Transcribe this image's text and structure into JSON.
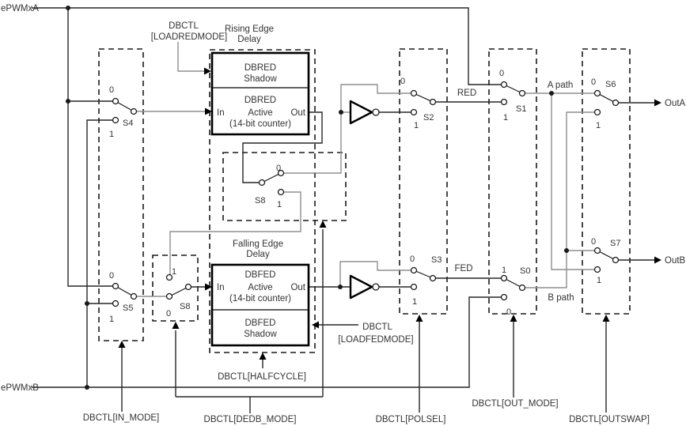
{
  "diagram": {
    "inputs": {
      "epwmxa": "ePWMxA",
      "epwmxb": "ePWMxB"
    },
    "outputs": {
      "outa": "OutA",
      "outb": "OutB"
    },
    "signals": {
      "red": "RED",
      "fed": "FED",
      "a_path": "A path",
      "b_path": "B path"
    },
    "blocks": {
      "dbred": {
        "title_line1": "Rising Edge",
        "title_line2": "Delay",
        "shadow_line1": "DBRED",
        "shadow_line2": "Shadow",
        "active_line1": "DBRED",
        "active_line2": "Active",
        "active_line3": "(14-bit counter)",
        "in": "In",
        "out": "Out"
      },
      "dbfed": {
        "title_line1": "Falling Edge",
        "title_line2": "Delay",
        "active_line1": "DBFED",
        "active_line2": "Active",
        "active_line3": "(14-bit counter)",
        "shadow_line1": "DBFED",
        "shadow_line2": "Shadow",
        "in": "In",
        "out": "Out"
      }
    },
    "switches": {
      "s0": "S0",
      "s1": "S1",
      "s2": "S2",
      "s3": "S3",
      "s4": "S4",
      "s5": "S5",
      "s6": "S6",
      "s7": "S7",
      "s8": "S8",
      "pos0": "0",
      "pos1": "1"
    },
    "controls": {
      "loadredmode_line1": "DBCTL",
      "loadredmode_line2": "[LOADREDMODE]",
      "loadfedmode_line1": "DBCTL",
      "loadfedmode_line2": "[LOADFEDMODE]",
      "halfcycle": "DBCTL[HALFCYCLE]",
      "in_mode": "DBCTL[IN_MODE]",
      "dedb_mode": "DBCTL[DEDB_MODE]",
      "polsel": "DBCTL[POLSEL]",
      "out_mode": "DBCTL[OUT_MODE]",
      "outswap": "DBCTL[OUTSWAP]"
    },
    "colors": {
      "wire": "#262626",
      "wire_gray": "#8f8f8f",
      "text": "#333333",
      "background": "#ffffff"
    }
  }
}
